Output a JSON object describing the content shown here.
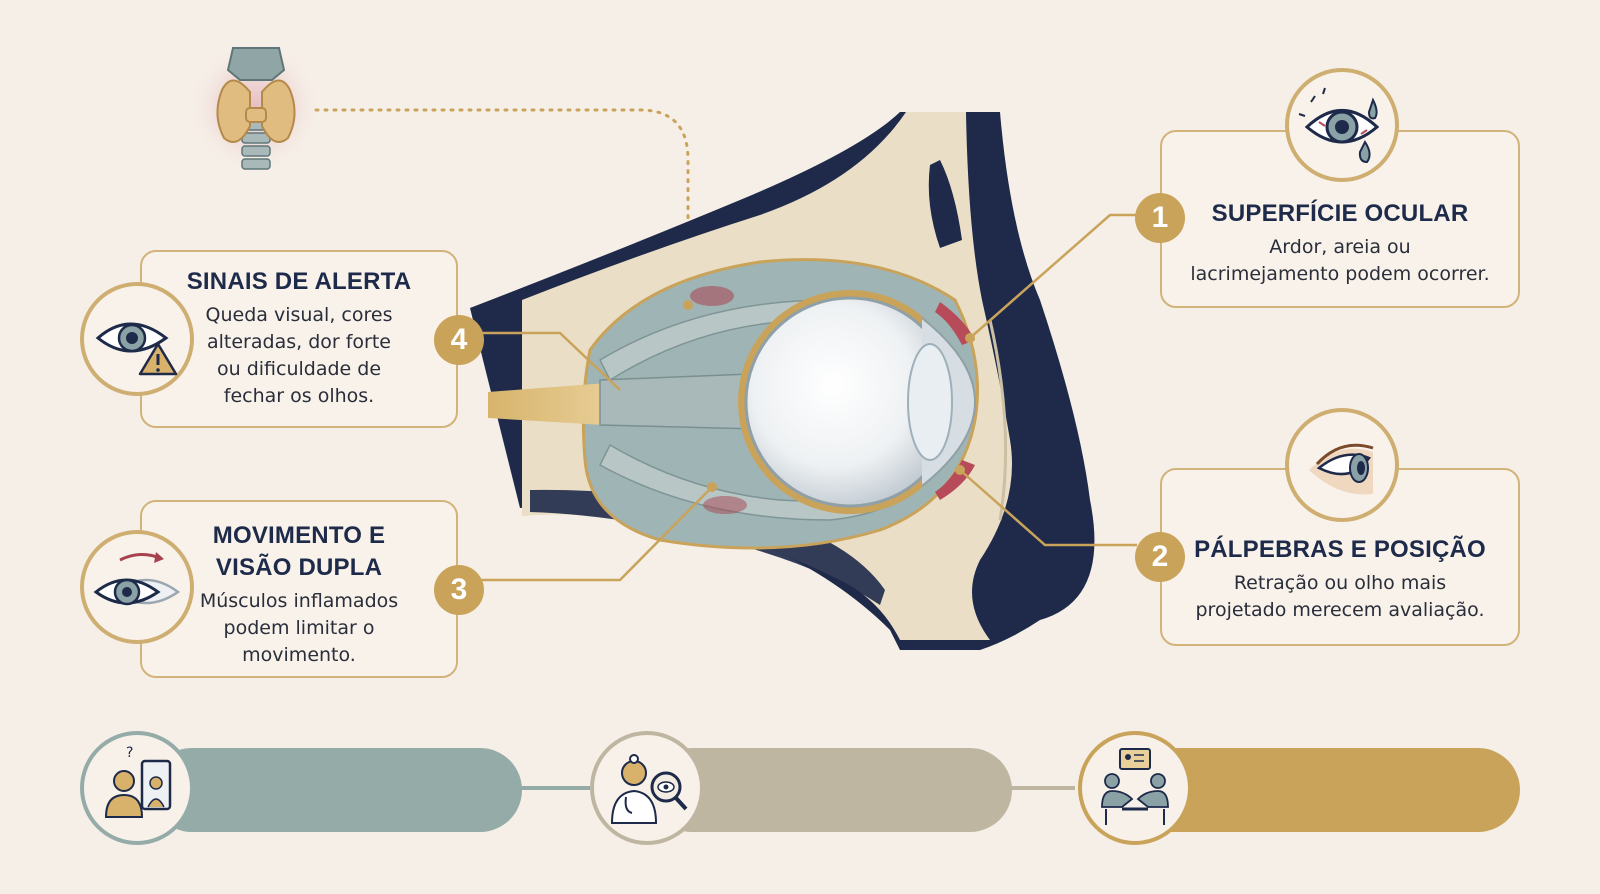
{
  "colors": {
    "background": "#f6efe7",
    "gold": "#c9a35a",
    "navy": "#1e2a4a",
    "sage": "#94aba8",
    "taupe": "#bfb6a2"
  },
  "cards": {
    "c1": {
      "number": "1",
      "title": "SUPERFÍCIE OCULAR",
      "lines": [
        "Ardor, areia ou",
        "lacrimejamento podem ocorrer."
      ],
      "icon": "irritated-eye-tear-icon"
    },
    "c2": {
      "number": "2",
      "title": "PÁLPEBRAS E POSIÇÃO",
      "lines": [
        "Retração ou olho mais",
        "projetado merecem avaliação."
      ],
      "icon": "eye-profile-icon"
    },
    "c3": {
      "number": "3",
      "title_lines": [
        "MOVIMENTO E",
        "VISÃO DUPLA"
      ],
      "lines": [
        "Músculos inflamados",
        "podem limitar o",
        "movimento."
      ],
      "icon": "double-vision-eye-icon"
    },
    "c4": {
      "number": "4",
      "title": "SINAIS DE ALERTA",
      "lines": [
        "Queda visual, cores",
        "alteradas, dor forte",
        "ou dificuldade de",
        "fechar os olhos."
      ],
      "icon": "eye-warning-icon"
    }
  },
  "bottom_steps": [
    {
      "icon": "person-mirror-question-icon",
      "color": "#94aba8"
    },
    {
      "icon": "doctor-eye-exam-icon",
      "color": "#bfb6a2"
    },
    {
      "icon": "consultation-meeting-icon",
      "color": "#c9a35a"
    }
  ],
  "diagram": {
    "thyroid_icon": "thyroid-gland-icon",
    "anatomy": "orbit-cross-section-illustration"
  }
}
